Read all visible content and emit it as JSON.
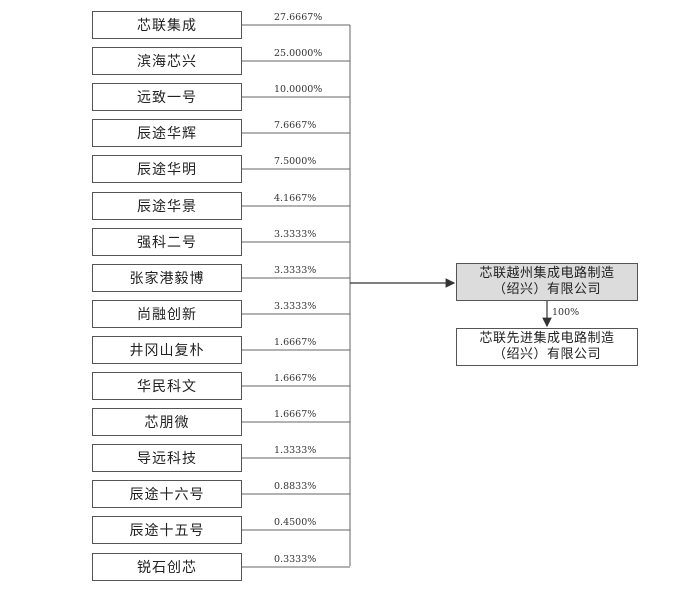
{
  "shareholders": [
    {
      "name": "芯联集成",
      "percent": "27.6667%"
    },
    {
      "name": "滨海芯兴",
      "percent": "25.0000%"
    },
    {
      "name": "远致一号",
      "percent": "10.0000%"
    },
    {
      "name": "辰途华辉",
      "percent": "7.6667%"
    },
    {
      "name": "辰途华明",
      "percent": "7.5000%"
    },
    {
      "name": "辰途华景",
      "percent": "4.1667%"
    },
    {
      "name": "强科二号",
      "percent": "3.3333%"
    },
    {
      "name": "张家港毅博",
      "percent": "3.3333%"
    },
    {
      "name": "尚融创新",
      "percent": "3.3333%"
    },
    {
      "name": "井冈山复朴",
      "percent": "1.6667%"
    },
    {
      "name": "华民科文",
      "percent": "1.6667%"
    },
    {
      "name": "芯朋微",
      "percent": "1.6667%"
    },
    {
      "name": "导远科技",
      "percent": "1.3333%"
    },
    {
      "name": "辰途十六号",
      "percent": "0.8833%"
    },
    {
      "name": "辰途十五号",
      "percent": "0.4500%"
    },
    {
      "name": "锐石创芯",
      "percent": "0.3333%"
    }
  ],
  "target_company": {
    "line1": "芯联越州集成电路制造",
    "line2": "（绍兴）有限公司"
  },
  "subsidiary": {
    "percent": "100%",
    "line1": "芯联先进集成电路制造",
    "line2": "（绍兴）有限公司"
  },
  "colors": {
    "line": "#555555",
    "target_fill": "#dcdcdc"
  }
}
